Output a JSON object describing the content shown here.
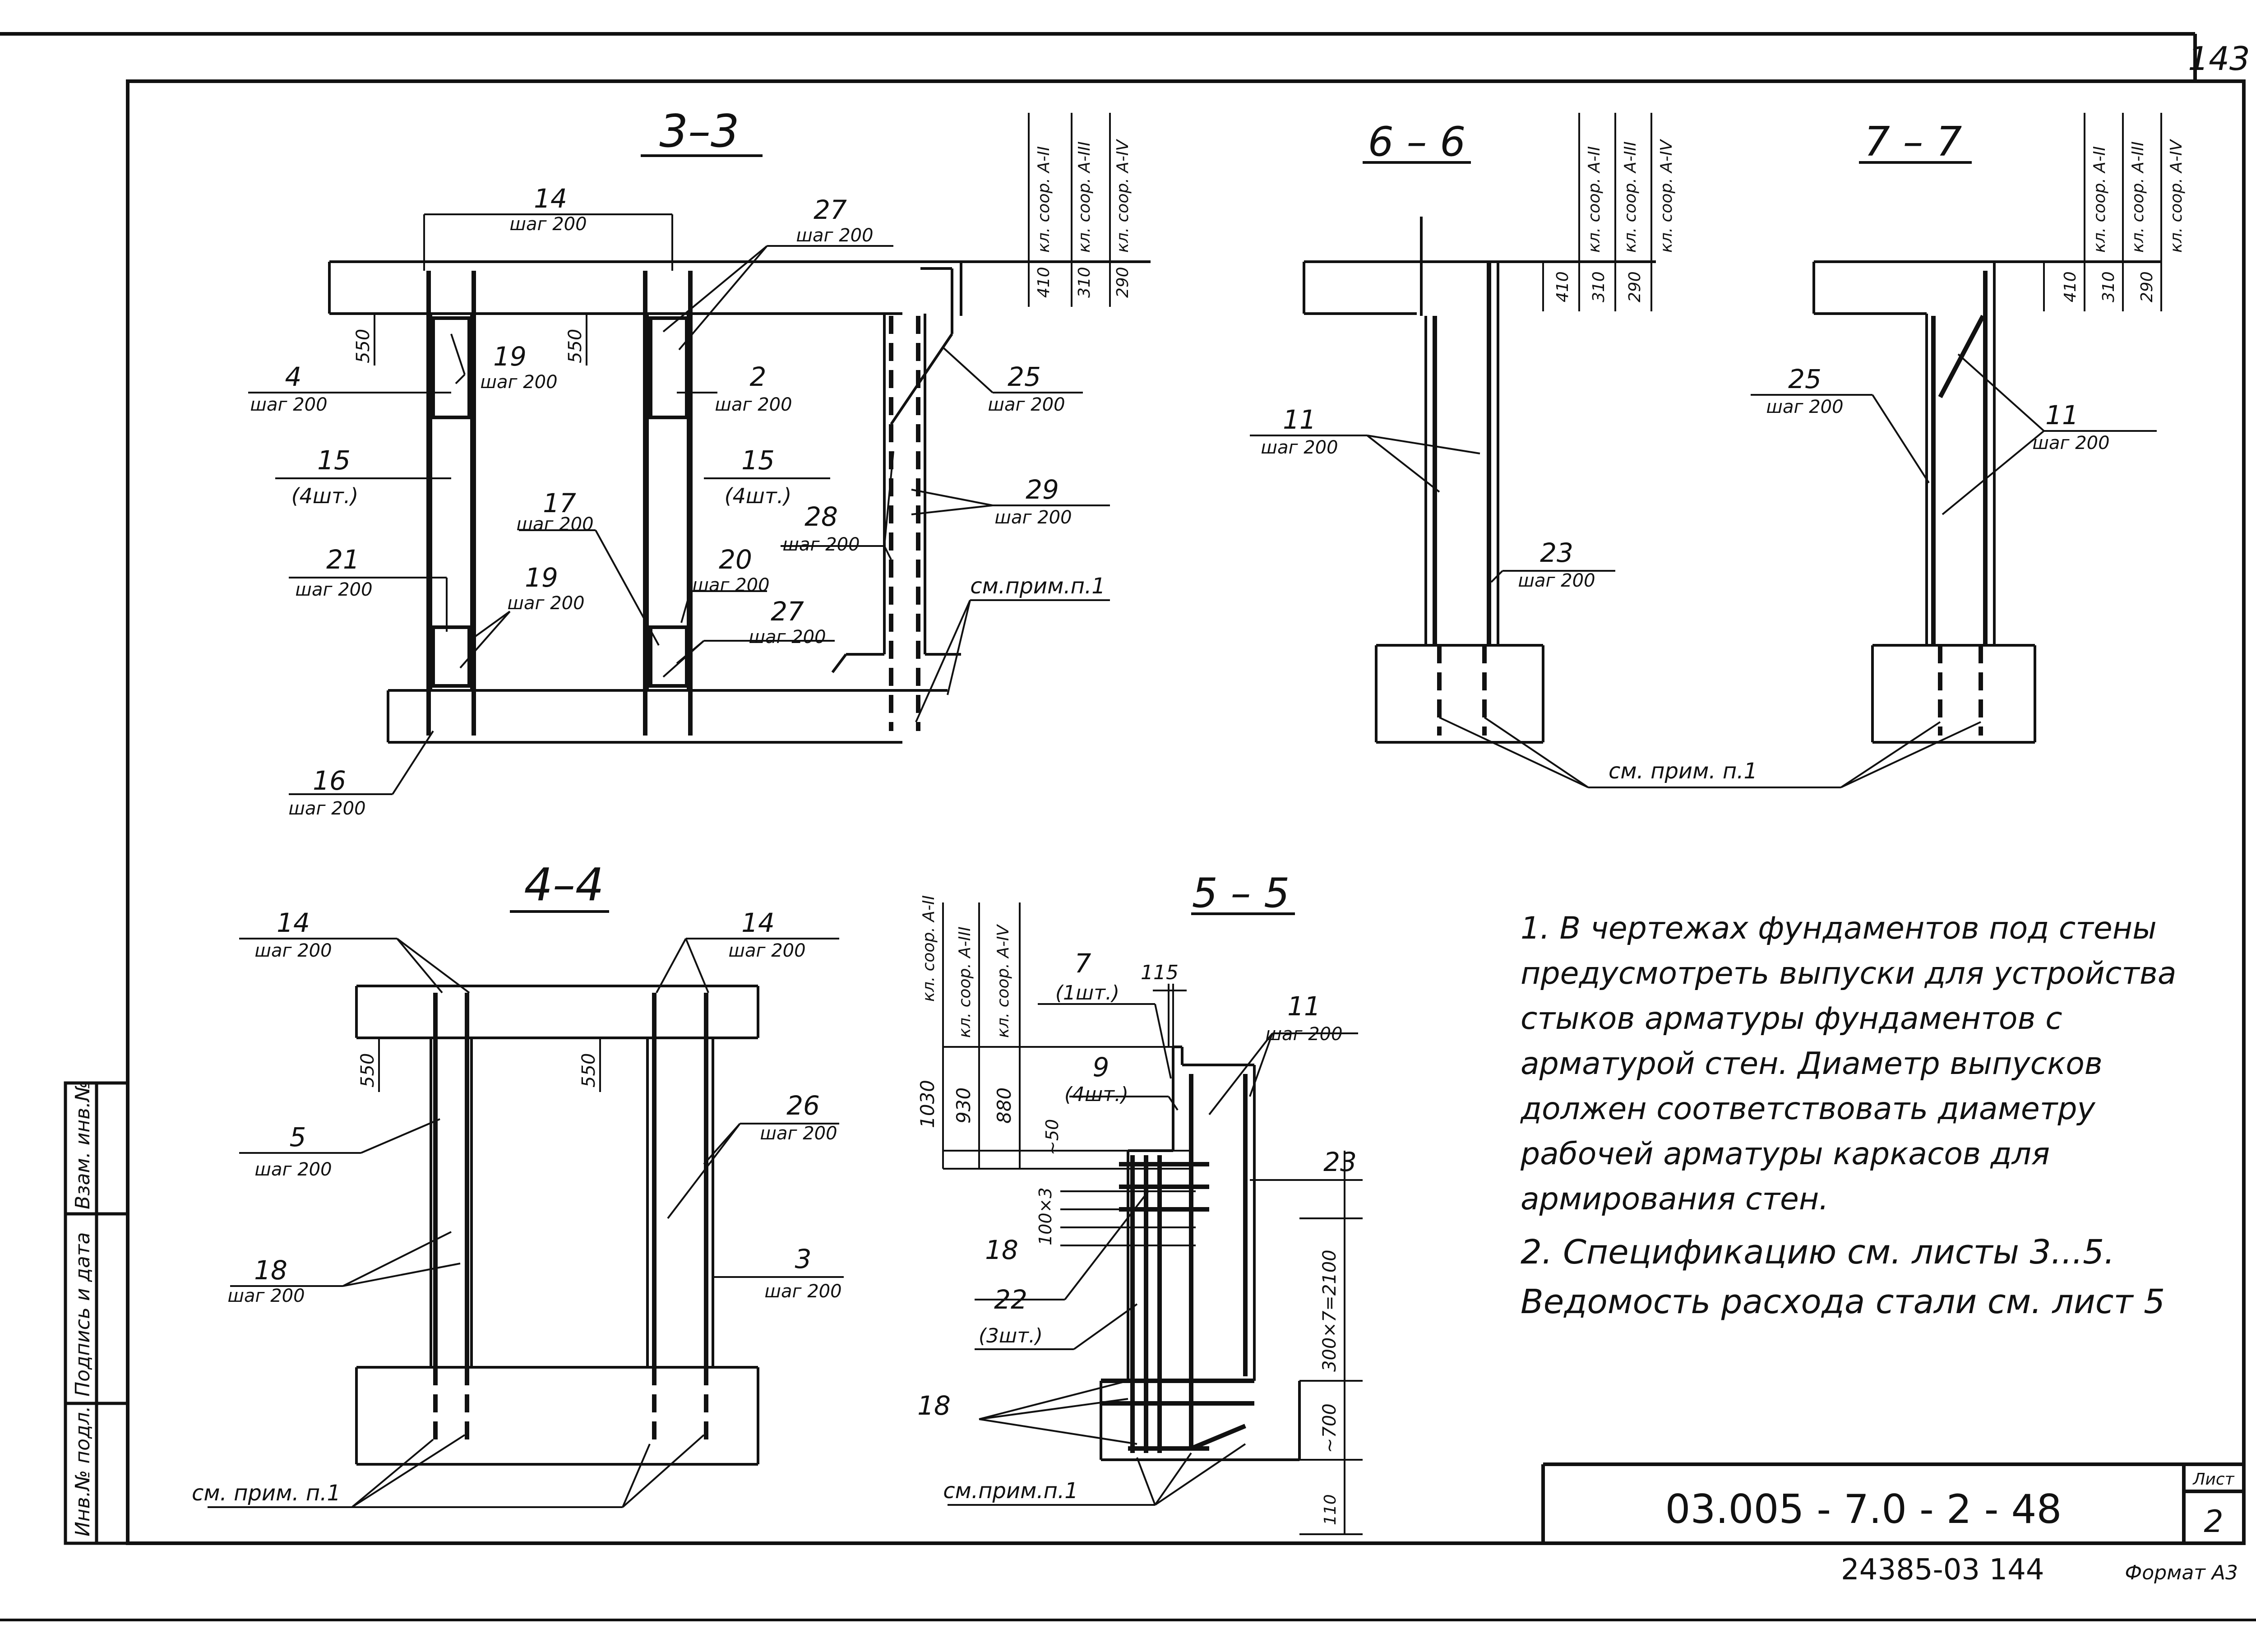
{
  "page_number": "143",
  "sections": {
    "s33": "3–3",
    "s66": "6 – 6",
    "s77": "7 – 7",
    "s44": "4–4",
    "s55": "5 – 5"
  },
  "crack_classes": [
    "кл. соор. А-II",
    "кл. соор. А-III",
    "кл. соор. А-IV"
  ],
  "levels": {
    "a2": "410",
    "a3": "310",
    "a4": "290"
  },
  "levels_55": {
    "a2": "1030",
    "a3": "930",
    "a4": "880"
  },
  "step": "шаг 200",
  "qty4": "(4шт.)",
  "qty1": "(1шт.)",
  "qty3": "(3шт.)",
  "see_note": "см. прим. п.1",
  "see_note2": "см.прим.п.1",
  "dims": {
    "d550": "550",
    "d115": "115",
    "d50": "~50",
    "d100": "100×3",
    "d2100": "300×7=2100",
    "d700": "~700",
    "d110": "110"
  },
  "marks": {
    "m2": "2",
    "m3": "3",
    "m4": "4",
    "m5": "5",
    "m7": "7",
    "m9": "9",
    "m11": "11",
    "m14": "14",
    "m15": "15",
    "m16": "16",
    "m17": "17",
    "m18": "18",
    "m19": "19",
    "m20": "20",
    "m21": "21",
    "m22": "22",
    "m23": "23",
    "m25": "25",
    "m26": "26",
    "m27": "27",
    "m28": "28",
    "m29": "29"
  },
  "notes": [
    "1. В чертежах фундаментов под стены",
    "предусмотреть выпуски для устройства",
    "стыков арматуры фундаментов с",
    "арматурой стен. Диаметр выпусков",
    "должен соответствовать диаметру",
    "рабочей арматуры каркасов для",
    "армирования стен.",
    "2. Спецификацию см. листы 3...5.",
    "Ведомость расхода стали см. лист 5"
  ],
  "stamp": {
    "code": "03.005 - 7.0 - 2 - 48",
    "sheet_label": "Лист",
    "sheet_number": "2"
  },
  "footer": {
    "serial": "24385-03 144",
    "format": "Формат А3"
  },
  "side_labels": [
    "Инв.№ подл.",
    "Подпись и дата",
    "Взам. инв.№"
  ]
}
